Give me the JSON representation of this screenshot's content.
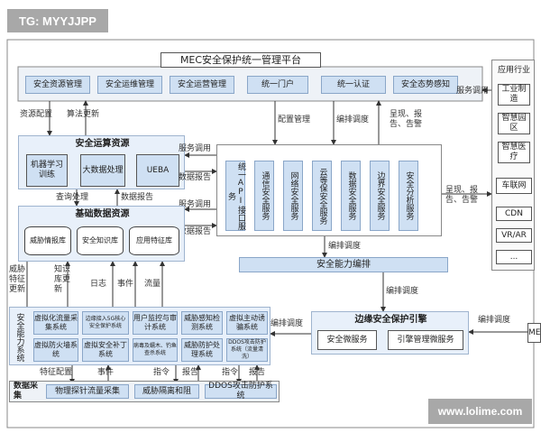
{
  "watermark_tl": "TG: MYYJJPP",
  "watermark_br": "www.lolime.com",
  "title": "MEC安全保护统一管理平台",
  "top_buttons": [
    "安全资源管理",
    "安全运维管理",
    "安全运营管理",
    "统一门户",
    "统一认证",
    "安全态势感知"
  ],
  "industry": {
    "title": "应用行业",
    "items": [
      "工业制造",
      "智慧园区",
      "智慧医疗",
      "车联网",
      "CDN",
      "VR/AR",
      "..."
    ]
  },
  "ops_resources": {
    "title": "安全运算资源",
    "items": [
      "机器学习训练",
      "大数据处理",
      "UEBA"
    ]
  },
  "base_data": {
    "title": "基础数据资源",
    "items": [
      "威胁情报库",
      "安全知识库",
      "应用特征库"
    ]
  },
  "service_columns": [
    "统一API接口服务",
    "通信安全服务",
    "网络安全服务",
    "云等保安全服务",
    "数据安全服务",
    "边界安全服务",
    "安全分析服务"
  ],
  "orchestration": "安全能力编排",
  "edge_engine": {
    "title": "边缘安全保护引擎",
    "items": [
      "安全微服务",
      "引擎管理微服务"
    ]
  },
  "mec_box": "MEC",
  "capability_system": {
    "side_label": "安全能力系统",
    "cells": [
      "虚拟化流量采集系统",
      "边缘接入5G核心安全保护系统",
      "用户监控与审计系统",
      "威胁感知检测系统",
      "虚拟主动诱骗系统",
      "虚拟防火墙系统",
      "虚拟安全补丁系统",
      "病毒及蠕木、钓鱼查杀系统",
      "威胁防护处理系统",
      "DDOS攻击防护系统（流量清洗）"
    ]
  },
  "data_collection": {
    "side_label": "数据采集",
    "items": [
      "物理探针流量采集",
      "威胁隔离和阻",
      "DDOS攻击防护系统"
    ]
  },
  "labels": {
    "resource_config": "资源配置",
    "algo_update": "算法更新",
    "config_mgmt": "配置管理",
    "orch_schedule_top": "编排调度",
    "present_report_alarm_1": "呈现、报告、告警",
    "service_call_right": "服务调用",
    "service_call_1": "服务调用",
    "data_report_1": "数据报告",
    "service_call_2": "服务调用",
    "data_report_2": "数据报告",
    "query_process": "查询处理",
    "data_report_3": "数据报告",
    "present_report_alarm_2": "呈现、报告、告警",
    "orch_schedule_mid": "编排调度",
    "threat_feature_update": "威胁特征更新",
    "knowledge_update": "知识库更新",
    "log": "日志",
    "event_1": "事件",
    "flow": "流量",
    "orch_schedule_low": "编排调度",
    "orch_schedule_left": "编排调度",
    "orch_schedule_right": "编排调度",
    "feature_config": "特征配置",
    "event_2": "事件",
    "instruction_1": "指令",
    "report_1": "报告",
    "instruction_2": "指令",
    "report_2": "报告"
  }
}
